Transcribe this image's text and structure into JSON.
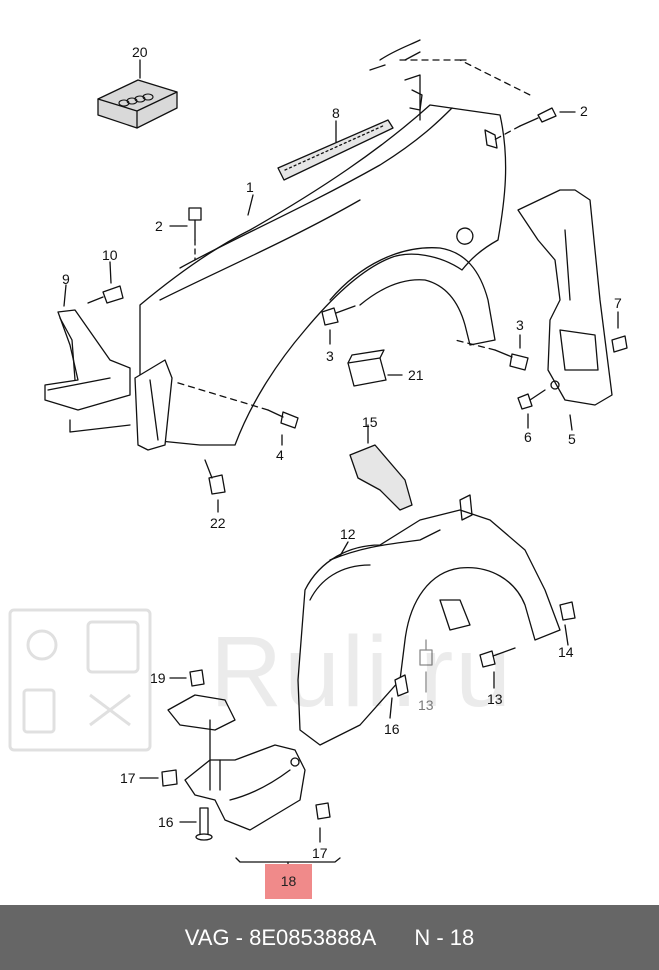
{
  "diagram": {
    "logo_rings": "audi-rings",
    "callouts": {
      "c20": "20",
      "c8": "8",
      "c2a": "2",
      "c1": "1",
      "c2b": "2",
      "c10": "10",
      "c9": "9",
      "c7": "7",
      "c3a": "3",
      "c3b": "3",
      "c21": "21",
      "c4": "4",
      "c6": "6",
      "c5": "5",
      "c15": "15",
      "c22": "22",
      "c12": "12",
      "c14": "14",
      "c19": "19",
      "c13a": "13",
      "c13b": "13",
      "c16a": "16",
      "c17a": "17",
      "c16b": "16",
      "c17b": "17"
    },
    "highlight_label": "18",
    "watermark": "Ruli.ru"
  },
  "footer": {
    "part_code": "VAG - 8E0853888A",
    "position": "N - 18"
  },
  "colors": {
    "highlight": "#f08a8a",
    "footer_bg": "#666666"
  }
}
